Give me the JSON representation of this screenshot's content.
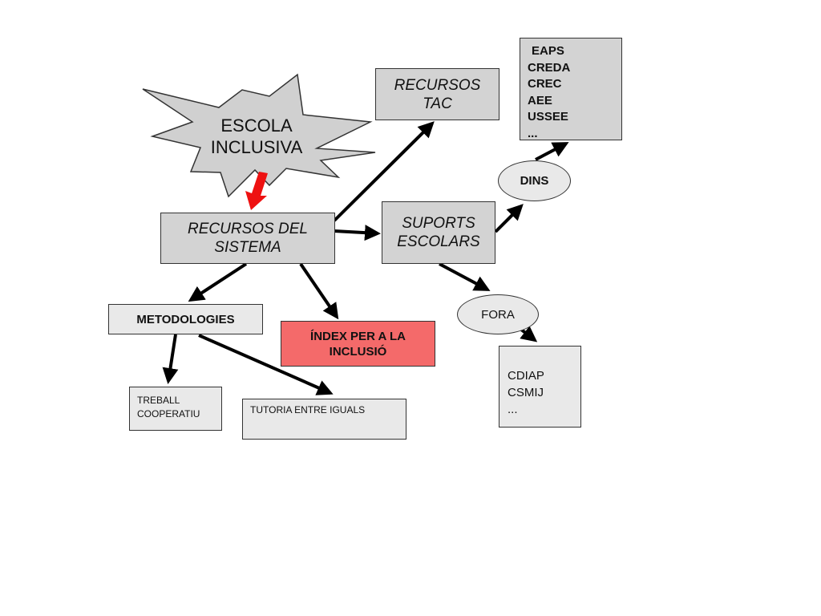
{
  "star": {
    "line1": "ESCOLA",
    "line2": "INCLUSIVA"
  },
  "nodes": {
    "recursos_sistema": {
      "line1": "RECURSOS DEL",
      "line2": "SISTEMA"
    },
    "recursos_tac": {
      "line1": "RECURSOS",
      "line2": "TAC"
    },
    "suports_escolars": {
      "line1": "SUPORTS",
      "line2": "ESCOLARS"
    },
    "dins": "DINS",
    "fora": "FORA",
    "dins_list": [
      "EAPS",
      "CREDA",
      "CREC",
      "AEE",
      "USSEE",
      "..."
    ],
    "fora_list": [
      "CDIAP",
      "CSMIJ",
      "..."
    ],
    "metodologies": "METODOLOGIES",
    "index": {
      "line1": "ÍNDEX PER A LA",
      "line2": "INCLUSIÓ"
    },
    "treball": {
      "line1": "TREBALL",
      "line2": "COOPERATIU"
    },
    "tutoria": "TUTORIA ENTRE IGUALS"
  },
  "colors": {
    "box_gray": "#d3d3d3",
    "box_light": "#e9e9e9",
    "index_red": "#f46a6a",
    "star_fill": "#d0d0d0",
    "arrow_black": "#000000",
    "arrow_red": "#ee1111"
  }
}
